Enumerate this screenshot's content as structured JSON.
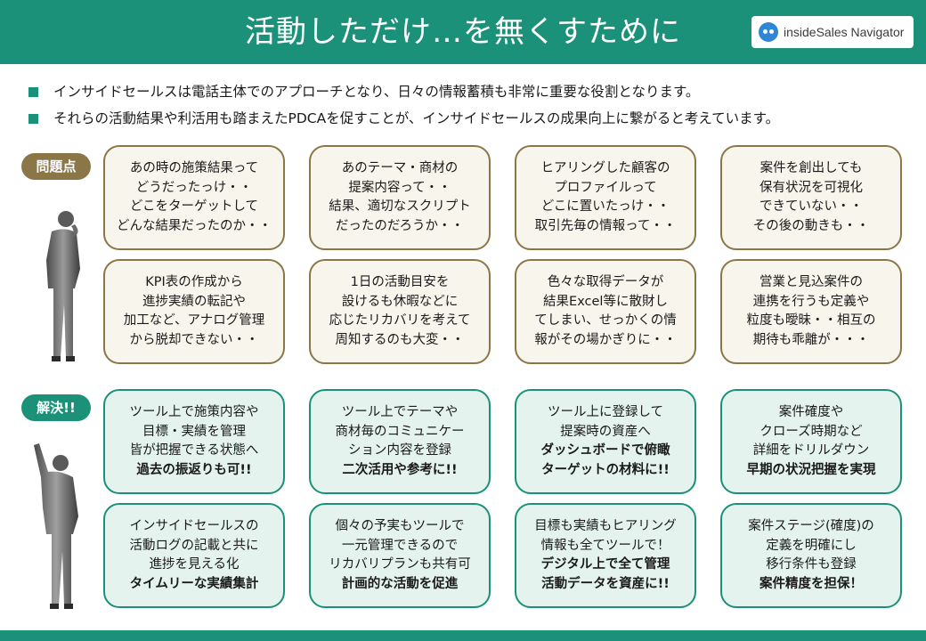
{
  "header": {
    "title": "活動しただけ…を無くすために",
    "logo_text": "insideSales Navigator",
    "bg_color": "#1a9178"
  },
  "bullets": [
    "インサイドセールスは電話主体でのアプローチとなり、日々の情報蓄積も非常に重要な役割となります。",
    "それらの活動結果や利活用も踏まえたPDCAを促すことが、インサイドセールスの成果向上に繋がると考えています。"
  ],
  "problems": {
    "tag": "問題点",
    "color": "#8b7648",
    "row1": [
      [
        "あの時の施策結果って",
        "どうだったっけ・・",
        "どこをターゲットして",
        "どんな結果だったのか・・"
      ],
      [
        "あのテーマ・商材の",
        "提案内容って・・",
        "結果、適切なスクリプト",
        "だったのだろうか・・"
      ],
      [
        "ヒアリングした顧客の",
        "プロファイルって",
        "どこに置いたっけ・・",
        "取引先毎の情報って・・"
      ],
      [
        "案件を創出しても",
        "保有状況を可視化",
        "できていない・・",
        "その後の動きも・・"
      ]
    ],
    "row2": [
      [
        "KPI表の作成から",
        "進捗実績の転記や",
        "加工など、アナログ管理",
        "から脱却できない・・"
      ],
      [
        "1日の活動目安を",
        "設けるも休暇などに",
        "応じたリカバリを考えて",
        "周知するのも大変・・"
      ],
      [
        "色々な取得データが",
        "結果Excel等に散財し",
        "てしまい、せっかくの情",
        "報がその場かぎりに・・"
      ],
      [
        "営業と見込案件の",
        "連携を行うも定義や",
        "粒度も曖昧・・相互の",
        "期待も乖離が・・・"
      ]
    ]
  },
  "solutions": {
    "tag": "解決!!",
    "color": "#1a9178",
    "row1": [
      [
        "ツール上で施策内容や",
        "目標・実績を管理",
        "皆が把握できる状態へ",
        "過去の振返りも可!!"
      ],
      [
        "ツール上でテーマや",
        "商材毎のコミュニケー",
        "ション内容を登録",
        "二次活用や参考に!!"
      ],
      [
        "ツール上に登録して",
        "提案時の資産へ",
        "ダッシュボードで俯瞰",
        "ターゲットの材料に!!"
      ],
      [
        "案件確度や",
        "クローズ時期など",
        "詳細をドリルダウン",
        "早期の状況把握を実現"
      ]
    ],
    "row2": [
      [
        "インサイドセールスの",
        "活動ログの記載と共に",
        "進捗を見える化",
        "タイムリーな実績集計"
      ],
      [
        "個々の予実もツールで",
        "一元管理できるので",
        "リカバリプランも共有可",
        "計画的な活動を促進"
      ],
      [
        "目標も実績もヒアリング",
        "情報も全てツールで！",
        "デジタル上で全て管理",
        "活動データを資産に!!"
      ],
      [
        "案件ステージ(確度)の",
        "定義を明確にし",
        "移行条件も登録",
        "案件精度を担保！"
      ]
    ]
  }
}
